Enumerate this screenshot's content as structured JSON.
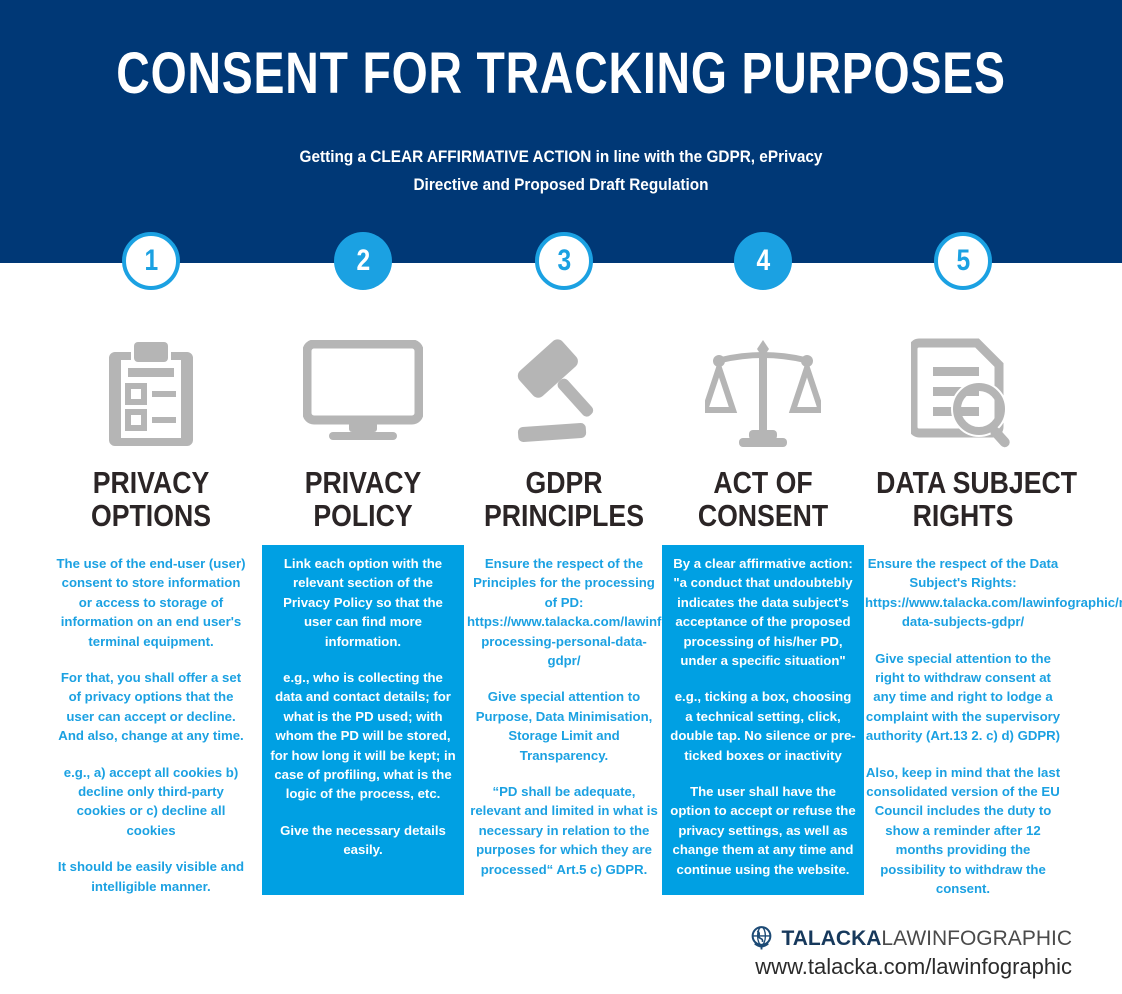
{
  "header": {
    "title": "CONSENT FOR TRACKING PURPOSES",
    "subtitle_line1": "Getting a CLEAR AFFIRMATIVE ACTION in line with the GDPR, ePrivacy",
    "subtitle_line2": "Directive and Proposed Draft Regulation",
    "bg_color": "#003876"
  },
  "colors": {
    "navy": "#003876",
    "accent_blue": "#1ba1e2",
    "panel_blue": "#00a0e3",
    "icon_gray": "#b5b5b5",
    "heading_dark": "#2b2526"
  },
  "columns": [
    {
      "number": "1",
      "badge_style": "outline",
      "icon": "clipboard-checklist-icon",
      "heading_line1": "PRIVACY",
      "heading_line2": "OPTIONS",
      "panel_style": "plain",
      "paragraphs": [
        "The use of the end-user (user) consent to store information or access to storage of information on an end user's terminal equipment.",
        "For that, you shall offer a set of privacy options that the user can accept or decline. And also, change at any time.",
        "e.g.,  a) accept all cookies b) decline only third-party cookies or c) decline all cookies",
        "It should be easily visible and intelligible manner."
      ]
    },
    {
      "number": "2",
      "badge_style": "solid",
      "icon": "monitor-screen-icon",
      "heading_line1": "PRIVACY",
      "heading_line2": "POLICY",
      "panel_style": "filled",
      "paragraphs": [
        "Link each option with the relevant section of the Privacy Policy so that the user can find more information.",
        "e.g., who is collecting the data and contact details; for what is the PD used; with whom the PD will be stored, for how long it will be kept; in case of profiling, what is the logic of the process, etc.",
        "Give the necessary details easily."
      ]
    },
    {
      "number": "3",
      "badge_style": "outline",
      "icon": "gavel-icon",
      "heading_line1": "GDPR",
      "heading_line2": "PRINCIPLES",
      "panel_style": "plain",
      "paragraphs": [
        "Ensure the respect of the Principles for the processing of PD: https://www.talacka.com/lawinfographic/principles-processing-personal-data-gdpr/",
        "Give special attention to Purpose, Data Minimisation, Storage Limit and Transparency.",
        "“PD shall be adequate, relevant and limited in what is necessary in relation to the purposes for which they are processed“ Art.5 c) GDPR."
      ]
    },
    {
      "number": "4",
      "badge_style": "solid",
      "icon": "scales-of-justice-icon",
      "heading_line1": "ACT OF",
      "heading_line2": "CONSENT",
      "panel_style": "filled",
      "paragraphs": [
        "By a clear affirmative action: \"a conduct that undoubtebly indicates  the data subject's acceptance of the proposed processing of his/her PD, under a specific situation\"",
        "e.g., ticking a box, choosing a technical setting, click, double tap. No silence or pre-ticked boxes or inactivity",
        "The user shall have the option to accept or refuse the privacy settings, as well as change them at any time and continue using the website."
      ]
    },
    {
      "number": "5",
      "badge_style": "outline",
      "icon": "document-search-icon",
      "heading_line1": "DATA SUBJECT",
      "heading_line2": "RIGHTS",
      "panel_style": "plain",
      "paragraphs": [
        "Ensure the respect of the Data Subject's Rights: https://www.talacka.com/lawinfographic/rights-data-subjects-gdpr/",
        "Give special attention to the right to withdraw consent at any time and right to lodge a complaint with the supervisory authority (Art.13 2. c) d) GDPR)",
        "Also, keep in mind that the last consolidated version of the EU Council includes the duty to show a reminder after 12 months providing the possibility to withdraw the consent."
      ]
    }
  ],
  "footer": {
    "logo_icon": "globe-icon",
    "logo_bold": "TALACKA",
    "logo_regular": "LAWINFOGRAPHIC",
    "url": "www.talacka.com/lawinfographic"
  }
}
